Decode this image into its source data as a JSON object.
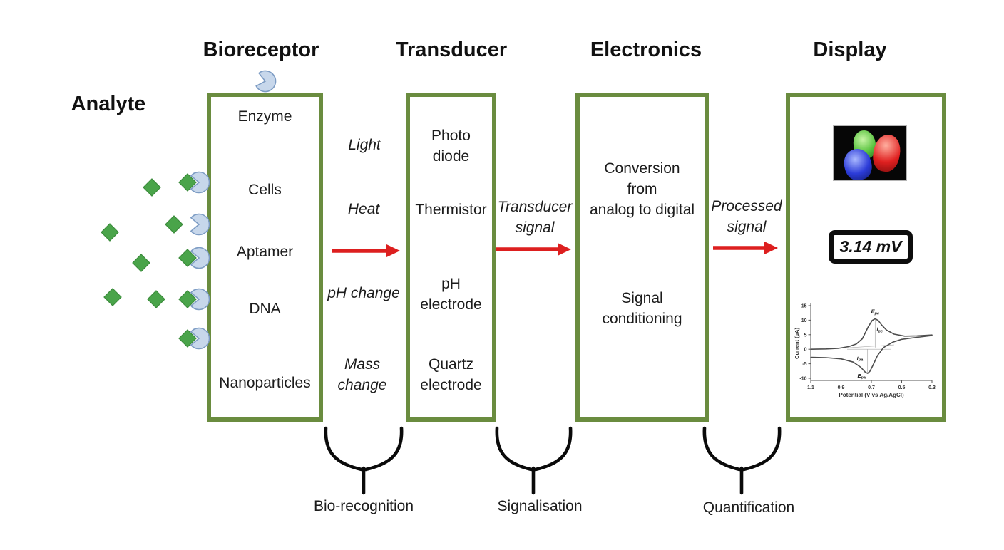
{
  "headers": {
    "analyte": "Analyte",
    "bioreceptor": "Bioreceptor",
    "transducer": "Transducer",
    "electronics": "Electronics",
    "display": "Display"
  },
  "bioreceptor_items": [
    "Enzyme",
    "Cells",
    "Aptamer",
    "DNA",
    "Nanoparticles"
  ],
  "transducer_items": [
    "Photo\ndiode",
    "Thermistor",
    "pH\nelectrode",
    "Quartz\nelectrode"
  ],
  "electronics_items": [
    "Conversion\nfrom\nanalog to digital",
    "Signal\nconditioning"
  ],
  "signal_labels": {
    "light": "Light",
    "heat": "Heat",
    "ph_change": "pH change",
    "mass_change": "Mass\nchange",
    "transducer_signal": "Transducer\nsignal",
    "processed_signal": "Processed\nsignal"
  },
  "process_labels": [
    "Bio-recognition",
    "Signalisation",
    "Quantification"
  ],
  "display_panel": {
    "readout": "3.14 mV"
  },
  "colors": {
    "box_border": "#6a8c3f",
    "arrow_red": "#dd1f1f",
    "analyte_green": "#4aa44a",
    "receptor_blue_fill": "#c7d7eb",
    "receptor_blue_stroke": "#7d9cc4"
  },
  "chart_data": {
    "type": "line",
    "title": "cyclic voltammogram on display",
    "xlabel": "Potential (V vs Ag/AgCl)",
    "ylabel": "Current (µA)",
    "xlim": [
      1.1,
      0.3
    ],
    "ylim": [
      -10,
      15
    ],
    "x_ticks": [
      1.1,
      0.9,
      0.7,
      0.5,
      0.3
    ],
    "y_ticks": [
      15,
      10,
      5,
      0,
      -5,
      -10
    ],
    "grid": false,
    "legend": false,
    "series": [
      {
        "name": "forward sweep (peak Epc ≈ 0.68 V, ipc ≈ 10.5 µA)",
        "x": [
          1.1,
          1.0,
          0.92,
          0.85,
          0.8,
          0.76,
          0.72,
          0.695,
          0.675,
          0.655,
          0.63,
          0.6,
          0.55,
          0.48,
          0.4,
          0.3
        ],
        "y": [
          0.0,
          0.1,
          0.3,
          0.9,
          1.8,
          3.6,
          7.8,
          9.9,
          10.5,
          9.9,
          8.2,
          6.6,
          5.2,
          4.5,
          4.6,
          4.9
        ]
      },
      {
        "name": "reverse sweep (peak Epa ≈ 0.73 V, ipa ≈ -8.3 µA)",
        "x": [
          0.3,
          0.4,
          0.5,
          0.56,
          0.62,
          0.66,
          0.69,
          0.71,
          0.725,
          0.74,
          0.77,
          0.82,
          0.9,
          1.0,
          1.1
        ],
        "y": [
          4.7,
          4.1,
          3.4,
          2.4,
          0.6,
          -2.2,
          -5.6,
          -7.6,
          -8.3,
          -7.9,
          -6.2,
          -4.4,
          -3.3,
          -2.9,
          -2.8
        ]
      }
    ],
    "annotations": [
      {
        "label": "Epc",
        "x": 0.675,
        "y": 12.4
      },
      {
        "label": "ipc",
        "x": 0.645,
        "y": 6.2
      },
      {
        "label": "ipa",
        "x": 0.775,
        "y": -3.6
      },
      {
        "label": "Epa",
        "x": 0.765,
        "y": -9.7
      }
    ],
    "guide_lines": [
      {
        "x1": 0.93,
        "y1": 0.25,
        "x2": 0.55,
        "y2": 1.5
      },
      {
        "x1": 0.86,
        "y1": 0.0,
        "x2": 0.57,
        "y2": 0.0
      },
      {
        "x1": 0.675,
        "y1": 10.5,
        "x2": 0.675,
        "y2": 0.6
      },
      {
        "x1": 0.725,
        "y1": 0.0,
        "x2": 0.725,
        "y2": -8.3
      }
    ]
  }
}
